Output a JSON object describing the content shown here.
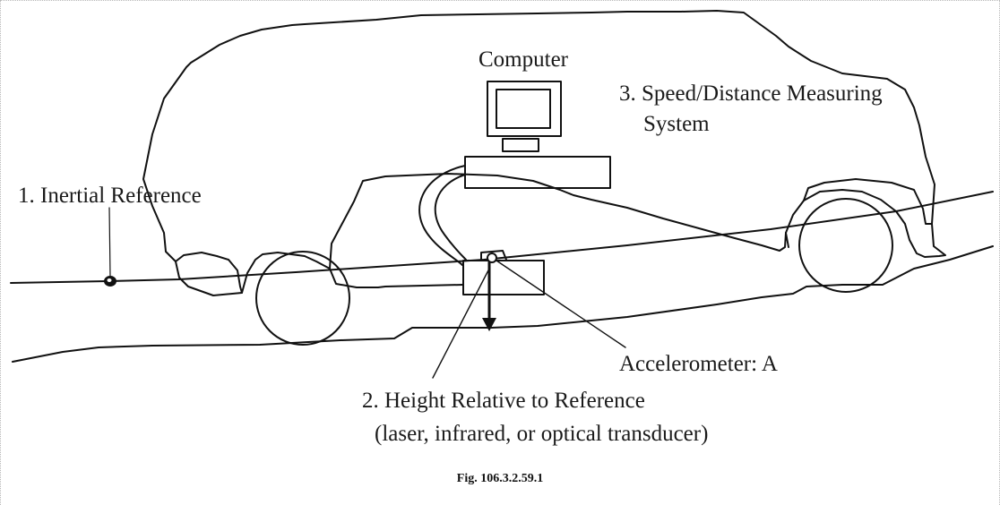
{
  "labels": {
    "computer": "Computer",
    "speed_line1": "3. Speed/Distance Measuring",
    "speed_line2": "System",
    "inertial": "1. Inertial Reference",
    "accelerometer": "Accelerometer: A",
    "height_line1": "2. Height Relative to Reference",
    "height_line2": "(laser, infrared, or optical transducer)"
  },
  "caption": "Fig. 106.3.2.59.1",
  "colors": {
    "ink": "#111111",
    "background": "#ffffff"
  }
}
